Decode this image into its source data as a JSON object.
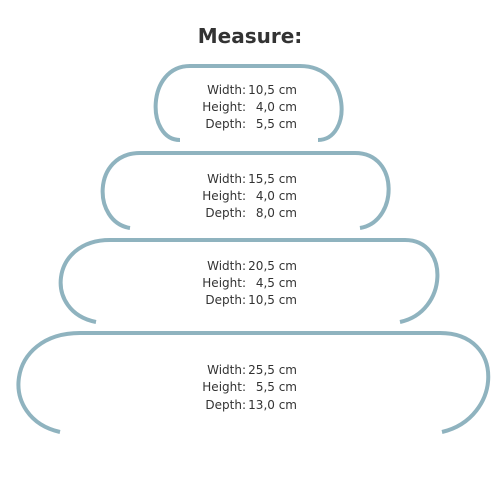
{
  "title": "Measure:",
  "colors": {
    "outline": "#8fb3bf",
    "text": "#333333",
    "background": "#ffffff"
  },
  "sizes": [
    {
      "rows": [
        {
          "label": "Width:",
          "value": "10,5 cm"
        },
        {
          "label": "Height:",
          "value": "4,0 cm"
        },
        {
          "label": "Depth:",
          "value": "5,5 cm"
        }
      ]
    },
    {
      "rows": [
        {
          "label": "Width:",
          "value": "15,5 cm"
        },
        {
          "label": "Height:",
          "value": "4,0 cm"
        },
        {
          "label": "Depth:",
          "value": "8,0 cm"
        }
      ]
    },
    {
      "rows": [
        {
          "label": "Width:",
          "value": "20,5 cm"
        },
        {
          "label": "Height:",
          "value": "4,5 cm"
        },
        {
          "label": "Depth:",
          "value": "10,5 cm"
        }
      ]
    },
    {
      "rows": [
        {
          "label": "Width:",
          "value": "25,5 cm"
        },
        {
          "label": "Height:",
          "value": "5,5 cm"
        },
        {
          "label": "Depth:",
          "value": "13,0 cm"
        }
      ]
    }
  ]
}
